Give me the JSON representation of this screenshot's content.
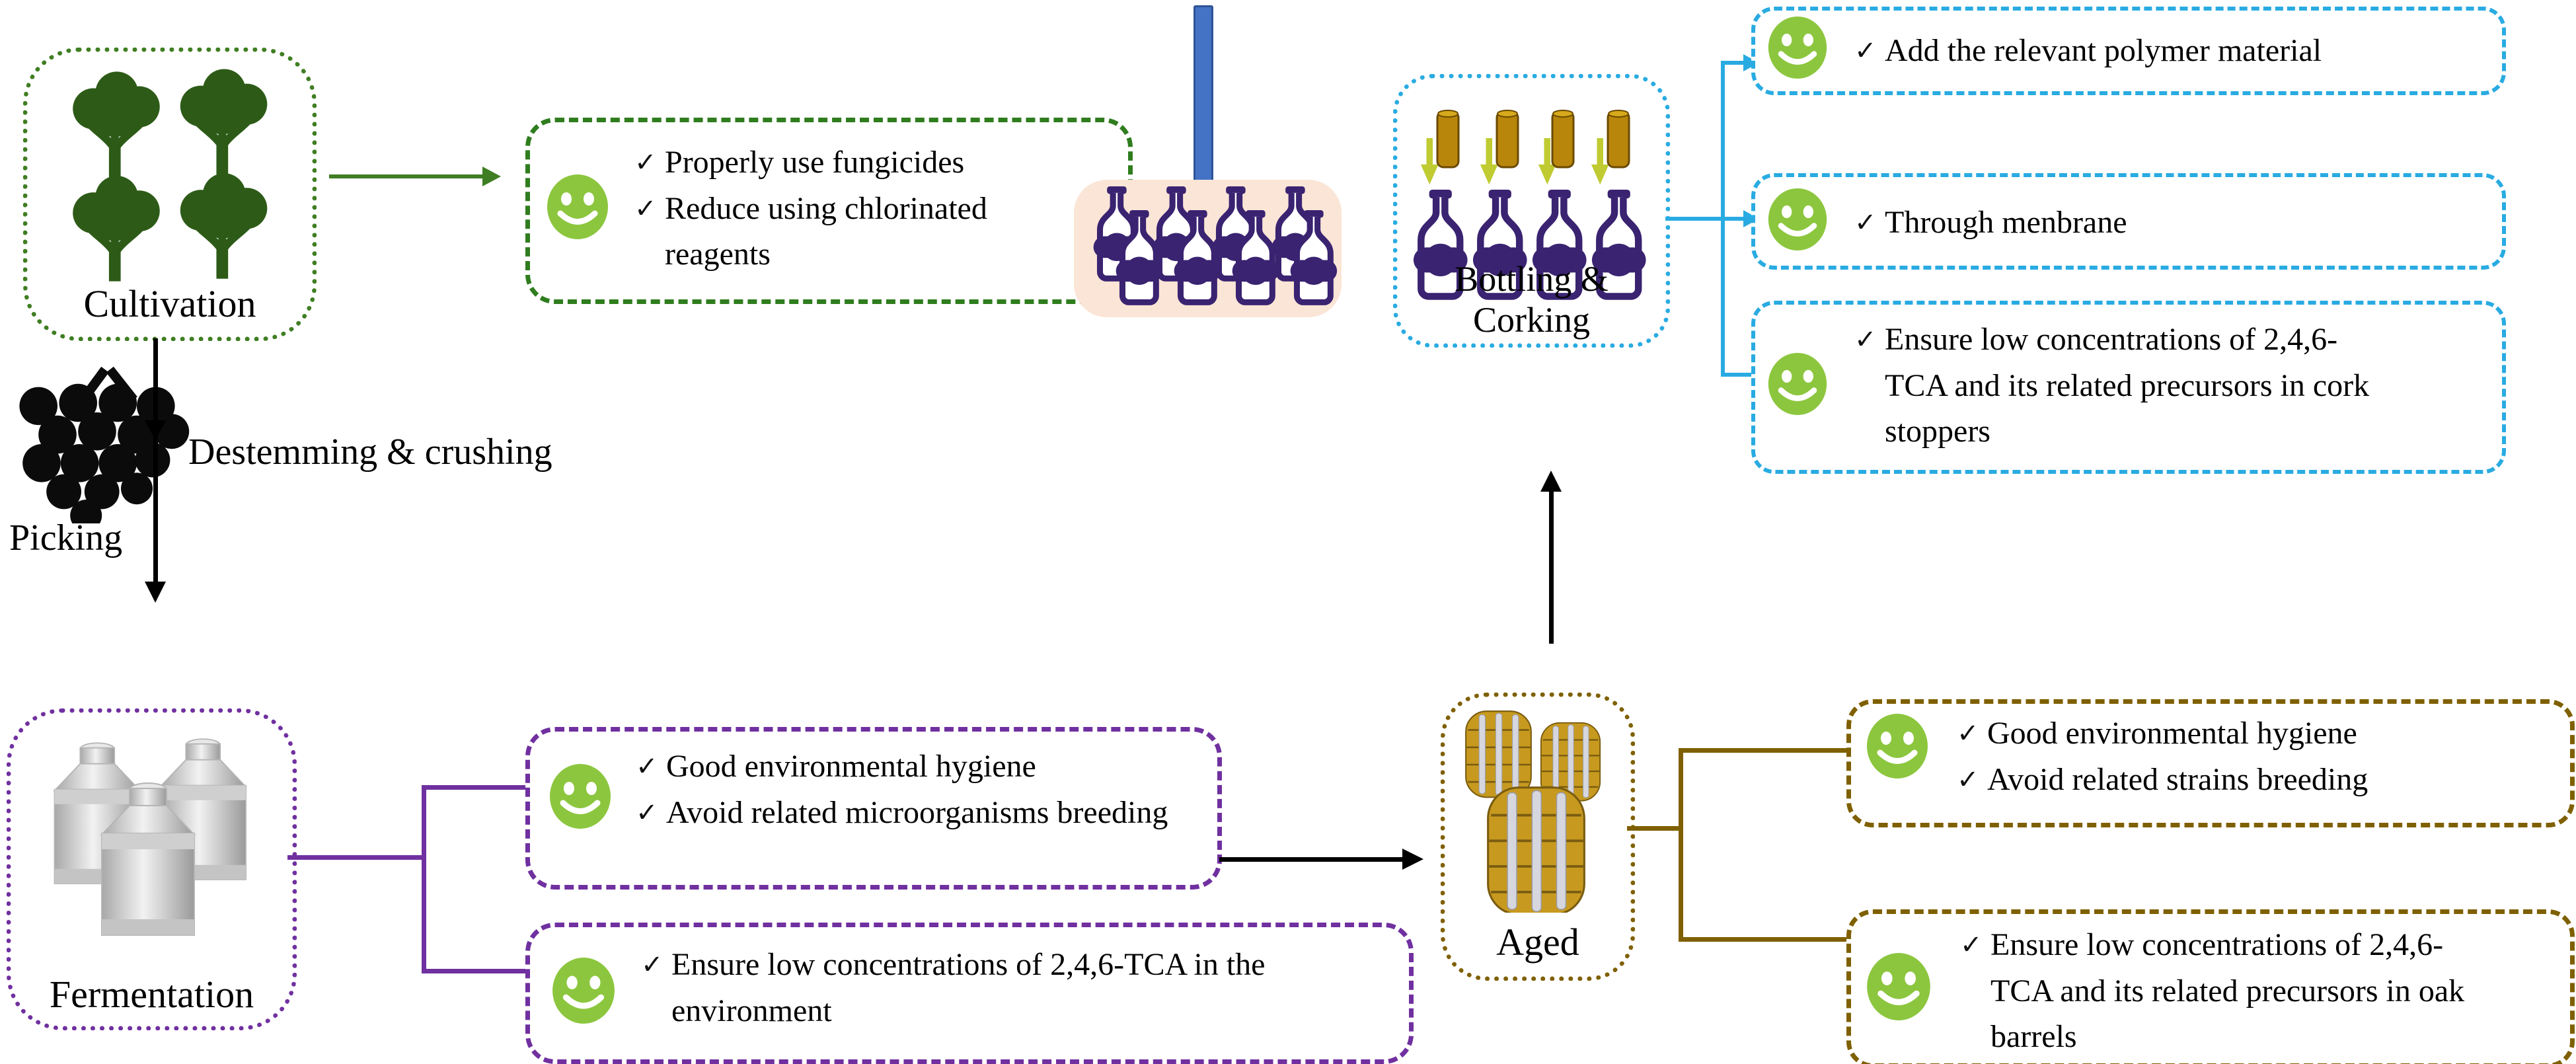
{
  "glyphs": {
    "check": "✓"
  },
  "colors": {
    "stage_green": "#3F7E22",
    "tree_green": "#2D5B17",
    "smiley_green": "#8CC63E",
    "purple": "#7030A0",
    "bottle_purple": "#3A2371",
    "blue": "#29ABE2",
    "bar_blue": "#4472C4",
    "brown": "#7F6000",
    "barrel_gold": "#C79A1F",
    "cork_gold": "#B8860B",
    "pink_panel": "#FBE5D6",
    "drop_arrow_green": "#BFCB31",
    "connector_black": "#000000"
  },
  "stages": {
    "cultivation": {
      "label": "Cultivation"
    },
    "picking": {
      "label": "Picking"
    },
    "destemming": {
      "label": "Destemming & crushing"
    },
    "fermentation": {
      "label": "Fermentation"
    },
    "aged": {
      "label": "Aged"
    },
    "bottling": {
      "label_line1": "Bottling &",
      "label_line2": "Corking"
    }
  },
  "recommendation_boxes": {
    "cultivation": {
      "items": [
        "Properly use fungicides",
        "Reduce using chlorinated reagents"
      ]
    },
    "fermentation_top": {
      "items": [
        "Good environmental hygiene",
        "Avoid related microorganisms breeding"
      ]
    },
    "fermentation_bottom": {
      "items": [
        "Ensure low concentrations of 2,4,6-TCA in the environment"
      ]
    },
    "bottling_top": {
      "items": [
        "Add the relevant polymer material"
      ]
    },
    "bottling_middle": {
      "items": [
        "Through menbrane"
      ]
    },
    "bottling_bottom": {
      "items": [
        "Ensure low concentrations of 2,4,6-TCA and its related precursors in cork stoppers"
      ]
    },
    "aged_top": {
      "items": [
        "Good environmental hygiene",
        "Avoid related strains breeding"
      ]
    },
    "aged_bottom": {
      "items": [
        "Ensure low concentrations of 2,4,6-TCA and its related precursors in oak barrels"
      ]
    }
  }
}
